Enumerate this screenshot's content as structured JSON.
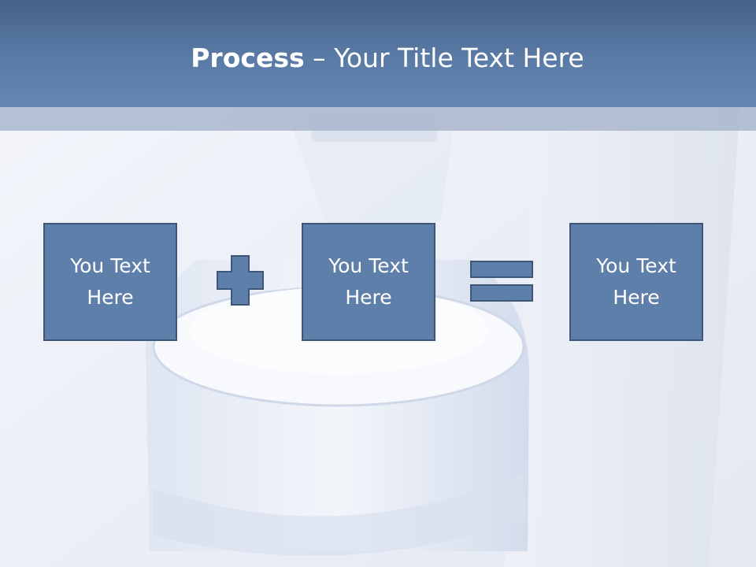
{
  "slide": {
    "title_bold": "Process",
    "title_rest": " – Your Title Text Here"
  },
  "process": {
    "boxes": [
      {
        "text": "You Text Here"
      },
      {
        "text": "You Text Here"
      },
      {
        "text": "You Text Here"
      }
    ],
    "operators": [
      "plus-icon",
      "equals-icon"
    ]
  },
  "colors": {
    "header": "#5a7ba6",
    "box_fill": "#5f7fab",
    "box_border": "#3e5678",
    "text": "#ffffff"
  }
}
